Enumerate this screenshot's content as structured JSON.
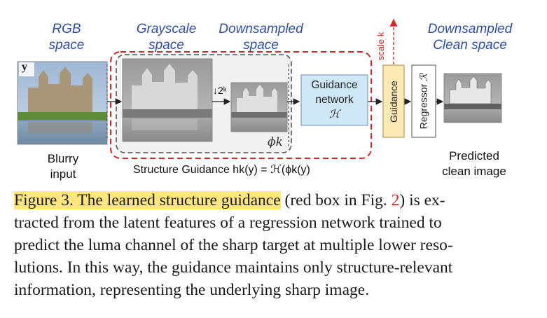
{
  "labels": {
    "rgb": [
      "RGB",
      "space"
    ],
    "grayscale": [
      "Grayscale",
      "space"
    ],
    "downsampled": [
      "Downsampled",
      "space"
    ],
    "clean": [
      "Downsampled",
      "Clean space"
    ],
    "blurry": [
      "Blurry",
      "input"
    ],
    "predicted": [
      "Predicted",
      "clean image"
    ]
  },
  "diagram": {
    "y_tag": "y",
    "downsample_factor": "↓2ᵏ",
    "guidance_network": [
      "Guidance",
      "network",
      "ℋ"
    ],
    "phi_k": "ϕk",
    "scale_k": "scale k",
    "guidance_block": "Guidance",
    "regressor_block": "Regressor",
    "regressor_symbol": "ℛ",
    "structure_guidance": "Structure Guidance hk(y) = ℋ(ϕk(y)"
  },
  "caption": {
    "figure_label": "Figure 3. The learned structure guidance",
    "before_ref": " (red box in Fig. ",
    "ref": "2",
    "line1_end": ") is ex-",
    "line2": "tracted from the latent features of a regression network trained to",
    "line3": "predict the luma channel of the sharp target at multiple lower reso-",
    "line4": "lutions. In this way, the guidance maintains only structure-relevant",
    "line5": "information, representing the underlying sharp image."
  },
  "colors": {
    "label_blue": "#2f4f9f",
    "red_dashed": "#d62828",
    "gray_dashed": "#555555",
    "guidance_network_fill": "#cfe8f8",
    "guidance_block_fill": "#fde9b3",
    "highlight": "#ffe680"
  }
}
